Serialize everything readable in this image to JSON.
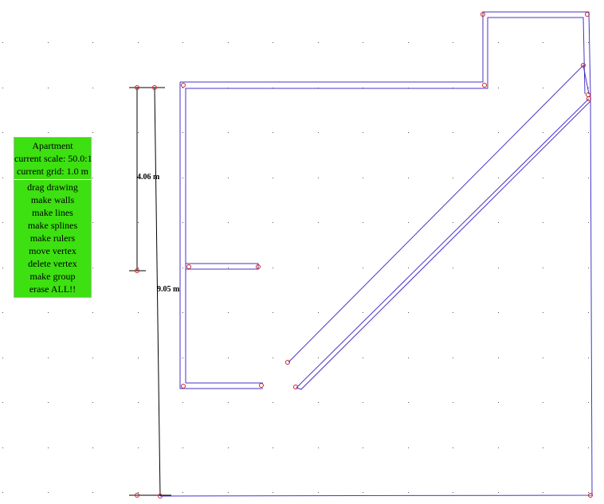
{
  "panel": {
    "project_name": "Apartment",
    "scale_text": "current scale: 50.0:1",
    "grid_text": "current grid: 1.0 m",
    "menu_items": [
      "drag drawing",
      "make walls",
      "make lines",
      "make splines",
      "make rulers",
      "move vertex",
      "delete vertex",
      "make group",
      "erase ALL!!"
    ]
  },
  "rulers": {
    "short_label": "4.06 m",
    "long_label": "9.05 m"
  },
  "colors": {
    "background": "#ffffff",
    "panel": "#3de010",
    "wall": "#4a32c8",
    "vertex": "#d02020",
    "ruler": "#000000",
    "grid_dot": "#555555"
  }
}
